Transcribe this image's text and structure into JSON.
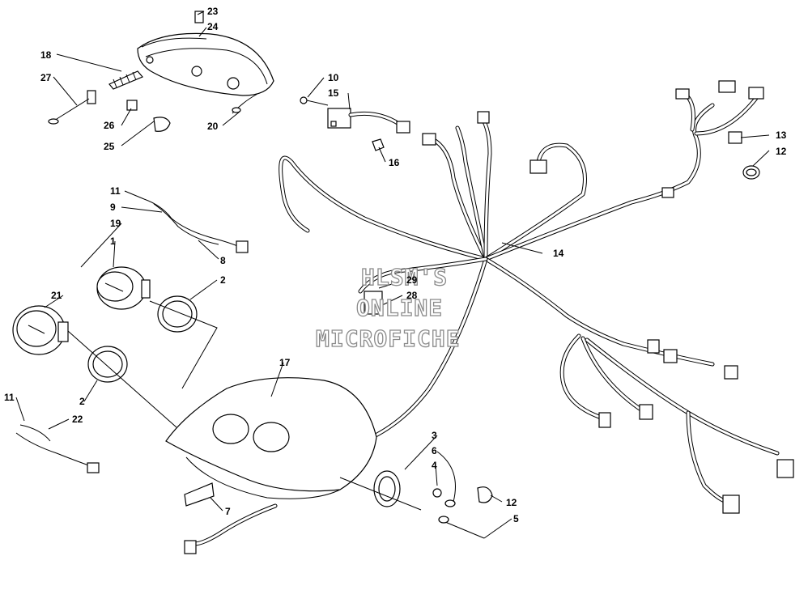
{
  "watermark": {
    "line1": "HLSM'S",
    "line2": "ONLINE",
    "line3": "MICROFICHE"
  },
  "callouts": [
    {
      "id": "c23",
      "label": "23"
    },
    {
      "id": "c24",
      "label": "24"
    },
    {
      "id": "c18",
      "label": "18"
    },
    {
      "id": "c27",
      "label": "27"
    },
    {
      "id": "c26",
      "label": "26"
    },
    {
      "id": "c25",
      "label": "25"
    },
    {
      "id": "c20",
      "label": "20"
    },
    {
      "id": "c10",
      "label": "10"
    },
    {
      "id": "c15",
      "label": "15"
    },
    {
      "id": "c16",
      "label": "16"
    },
    {
      "id": "c13",
      "label": "13"
    },
    {
      "id": "c12a",
      "label": "12"
    },
    {
      "id": "c11a",
      "label": "11"
    },
    {
      "id": "c9",
      "label": "9"
    },
    {
      "id": "c19",
      "label": "19"
    },
    {
      "id": "c1",
      "label": "1"
    },
    {
      "id": "c8",
      "label": "8"
    },
    {
      "id": "c2a",
      "label": "2"
    },
    {
      "id": "c14",
      "label": "14"
    },
    {
      "id": "c29",
      "label": "29"
    },
    {
      "id": "c28",
      "label": "28"
    },
    {
      "id": "c21",
      "label": "21"
    },
    {
      "id": "c17",
      "label": "17"
    },
    {
      "id": "c2b",
      "label": "2"
    },
    {
      "id": "c11b",
      "label": "11"
    },
    {
      "id": "c22",
      "label": "22"
    },
    {
      "id": "c3",
      "label": "3"
    },
    {
      "id": "c6",
      "label": "6"
    },
    {
      "id": "c4",
      "label": "4"
    },
    {
      "id": "c12b",
      "label": "12"
    },
    {
      "id": "c7",
      "label": "7"
    },
    {
      "id": "c5",
      "label": "5"
    }
  ]
}
